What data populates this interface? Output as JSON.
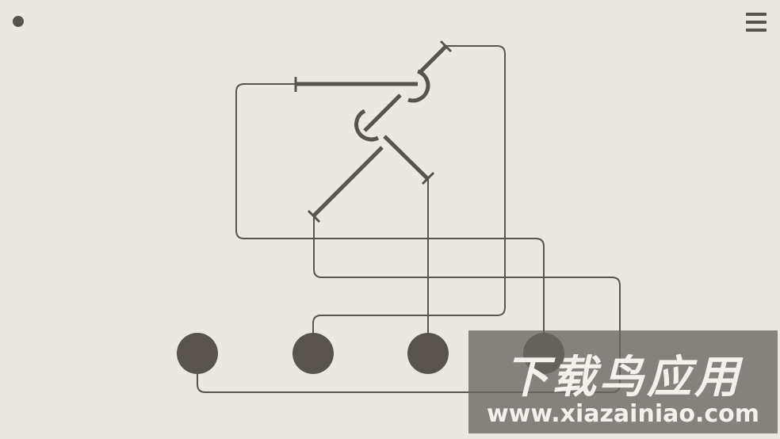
{
  "colors": {
    "background": "#e9e8e1",
    "ink": "#58534f",
    "watermark_text": "#f2f1ec"
  },
  "top_bar": {
    "status_icon": "dot-icon",
    "menu_icon": "hamburger-menu-icon"
  },
  "puzzle": {
    "node_count": 4
  },
  "watermark": {
    "title": "下载鸟应用",
    "url": "www.xiazainiao.com"
  }
}
